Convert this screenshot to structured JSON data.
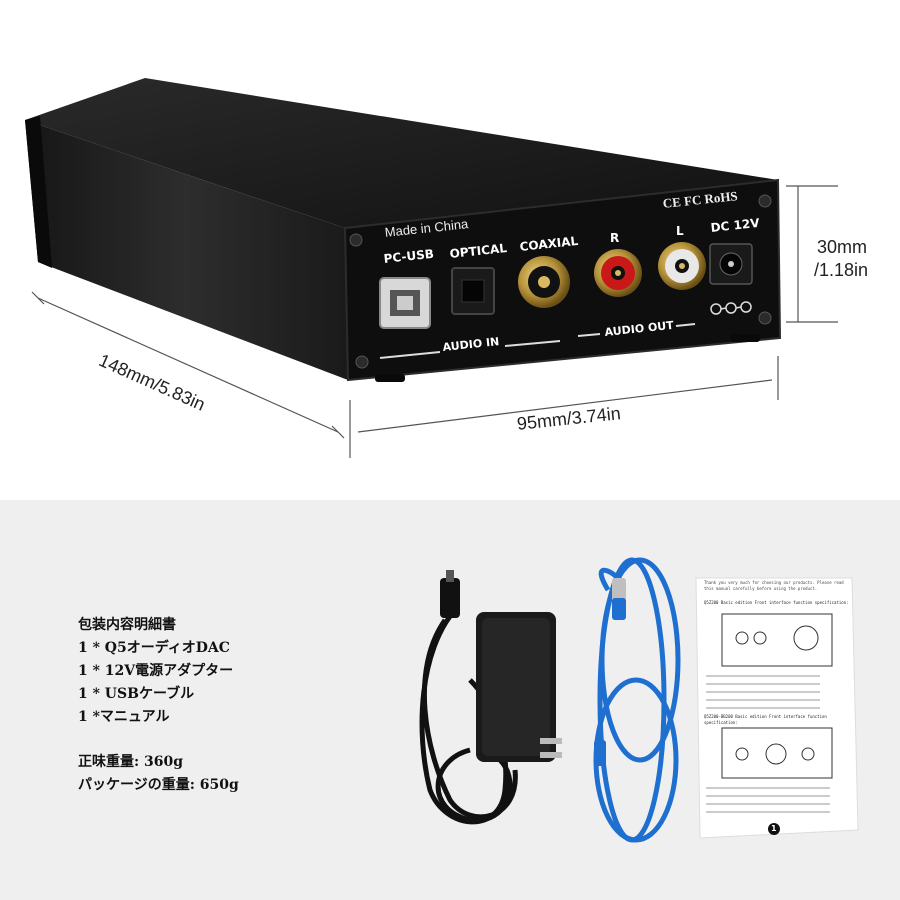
{
  "product": {
    "made_in": "Made in China",
    "cert_marks": "CE FC RoHS",
    "ports": {
      "pc_usb": "PC-USB",
      "optical": "OPTICAL",
      "coaxial": "COAXIAL",
      "r": "R",
      "l": "L",
      "dc": "DC 12V"
    },
    "groups": {
      "audio_in": "AUDIO IN",
      "audio_out": "AUDIO OUT"
    }
  },
  "dimensions": {
    "depth": "148mm/5.83in",
    "width": "95mm/3.74in",
    "height_mm": "30mm",
    "height_in": "/1.18in"
  },
  "package": {
    "title": "包装内容明細書",
    "items": [
      "1 * Q5オーディオDAC",
      "1 * 12V電源アダプター",
      "1 * USBケーブル",
      "1 *マニュアル"
    ],
    "net_weight": "正味重量: 360g",
    "package_weight": "パッケージの重量: 650g"
  },
  "manual": {
    "intro": "Thank you very much for choosing our products. Please read this manual carefully before using the product.",
    "section1": "Q5Z200 Basic edition Front interface function specification:",
    "section2": "Q5Z200-BB200 Basic edition Front interface function specification:",
    "page_number": "1"
  },
  "colors": {
    "device_body": "#1c1c1c",
    "panel_face": "#0d0d0d",
    "rca_red": "#c81818",
    "rca_white": "#e8e8e8",
    "gold": "#b8943c",
    "cable_blue": "#1e6fd0",
    "background_bottom": "#efefef"
  }
}
